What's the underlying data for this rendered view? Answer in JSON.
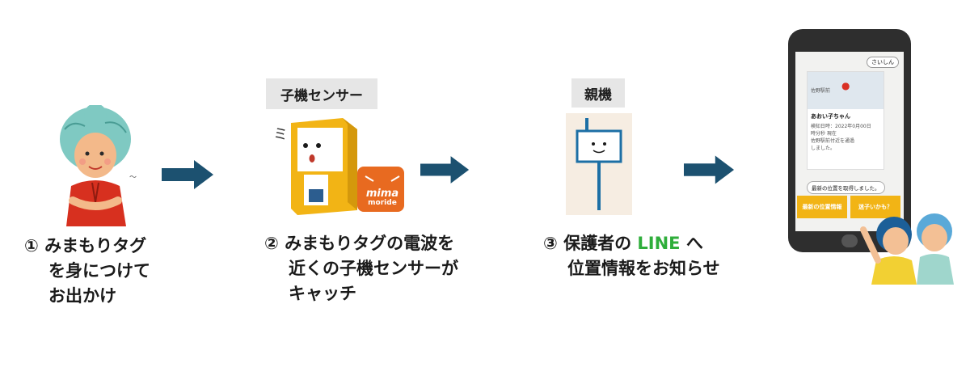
{
  "steps": [
    {
      "num": "①",
      "lines": [
        "みまもりタグ",
        "を身につけて",
        "お出かけ"
      ]
    },
    {
      "num": "②",
      "lines": [
        "みまもりタグの電波を",
        "近くの子機センサーが",
        "キャッチ"
      ]
    },
    {
      "num": "③",
      "lines_prefix": "保護者の",
      "lines_accent": "LINE",
      "lines_suffix": "へ",
      "line2": "位置情報をお知らせ"
    }
  ],
  "labels": {
    "child_sensor": "子機センサー",
    "parent_unit": "親機"
  },
  "logo": {
    "line1": "mima",
    "line2": "moride"
  },
  "phone": {
    "name_chip": "さいしん",
    "map_caption": "佐野駅前",
    "card_title": "あおい子ちゃん",
    "card_lines": [
      "検知日時：2022年0月00日",
      "時分秒 現在",
      "佐野駅前付近を通過",
      "しました。"
    ],
    "chat_message": "最新の位置を取得しました。",
    "btn_latest": "最新の位置情報",
    "btn_lost": "迷子いかも？"
  },
  "colors": {
    "arrow": "#1c5170",
    "accent_green": "#2fae3b",
    "sensor_yellow": "#f2b415",
    "logo_orange": "#e86a20"
  }
}
